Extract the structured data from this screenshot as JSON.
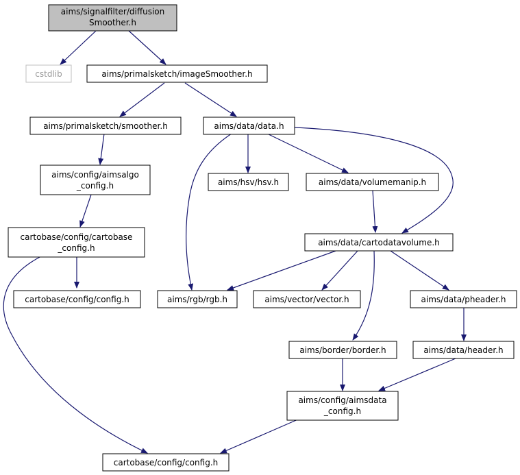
{
  "graph": {
    "colors": {
      "edge": "#191970",
      "root_fill": "#bfbfbf",
      "external_border": "#bfbfbf"
    },
    "nodes": {
      "root": {
        "lines": [
          "aims/signalfilter/diffusion",
          "Smoother.h"
        ]
      },
      "cstdlib": {
        "lines": [
          "cstdlib"
        ]
      },
      "imageSmoother": {
        "lines": [
          "aims/primalsketch/imageSmoother.h"
        ]
      },
      "smoother": {
        "lines": [
          "aims/primalsketch/smoother.h"
        ]
      },
      "data": {
        "lines": [
          "aims/data/data.h"
        ]
      },
      "aimsalgo_config": {
        "lines": [
          "aims/config/aimsalgo",
          "_config.h"
        ]
      },
      "hsv": {
        "lines": [
          "aims/hsv/hsv.h"
        ]
      },
      "volumemanip": {
        "lines": [
          "aims/data/volumemanip.h"
        ]
      },
      "cartobase_config": {
        "lines": [
          "cartobase/config/cartobase",
          "_config.h"
        ]
      },
      "cartodatavolume": {
        "lines": [
          "aims/data/cartodatavolume.h"
        ]
      },
      "config_a": {
        "lines": [
          "cartobase/config/config.h"
        ]
      },
      "rgb": {
        "lines": [
          "aims/rgb/rgb.h"
        ]
      },
      "vector": {
        "lines": [
          "aims/vector/vector.h"
        ]
      },
      "pheader": {
        "lines": [
          "aims/data/pheader.h"
        ]
      },
      "border": {
        "lines": [
          "aims/border/border.h"
        ]
      },
      "header": {
        "lines": [
          "aims/data/header.h"
        ]
      },
      "aimsdata_config": {
        "lines": [
          "aims/config/aimsdata",
          "_config.h"
        ]
      },
      "config_b": {
        "lines": [
          "cartobase/config/config.h"
        ]
      }
    }
  }
}
